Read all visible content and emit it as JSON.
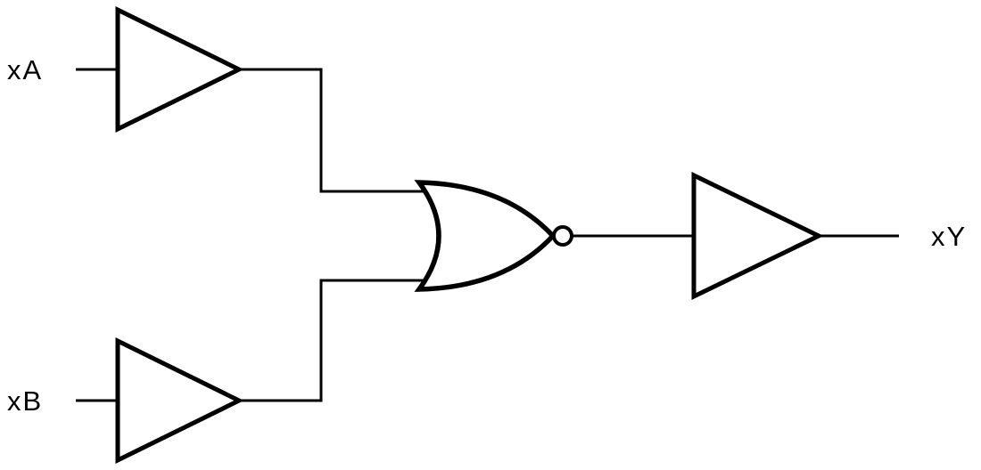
{
  "diagram": {
    "type": "logic-circuit",
    "labels": {
      "input_a": "xA",
      "input_b": "xB",
      "output": "xY"
    },
    "gates": {
      "input_a_gate": "buffer",
      "input_b_gate": "buffer",
      "middle_gate": "nor",
      "output_gate": "buffer"
    },
    "colors": {
      "stroke": "#000000",
      "background": "#ffffff"
    }
  }
}
